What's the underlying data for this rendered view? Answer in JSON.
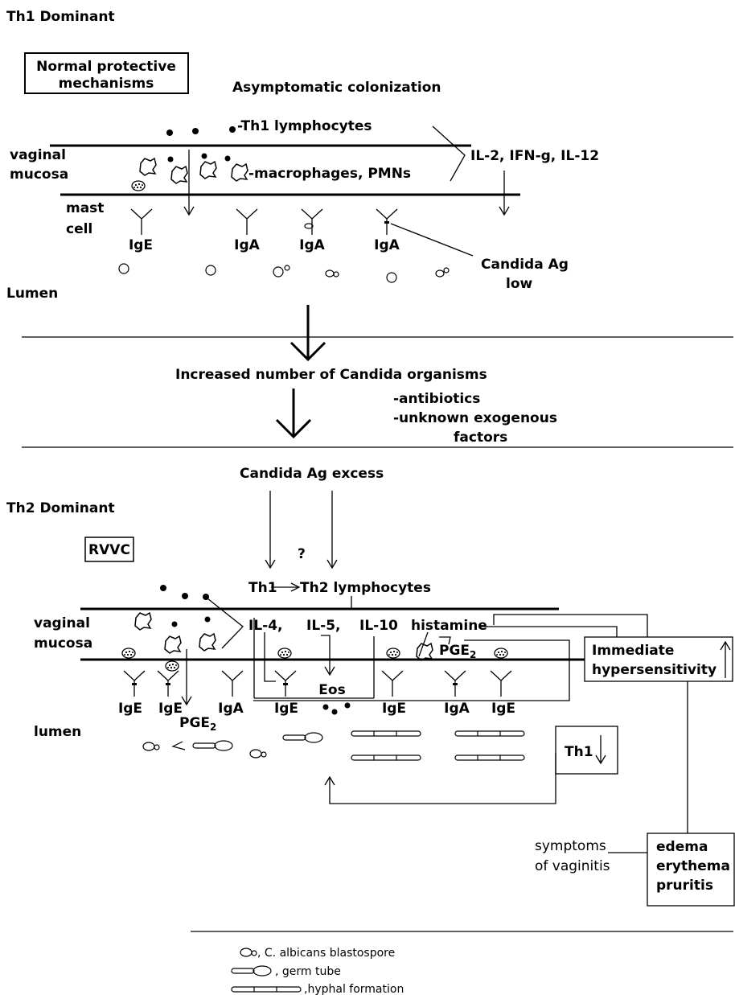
{
  "top": {
    "title": "Th1 Dominant",
    "box_label_line1": "Normal protective",
    "box_label_line2": "mechanisms",
    "subtitle": "Asymptomatic colonization",
    "th1_lymphocytes": "Th1 lymphocytes",
    "cytokines": "IL-2, IFN-g, IL-12",
    "vaginal": "vaginal",
    "mucosa": "mucosa",
    "macrophages": "-macrophages, PMNs",
    "mast": "mast",
    "cell": "cell",
    "ig_labels": [
      "IgE",
      "IgA",
      "IgA",
      "IgA"
    ],
    "candida_ag": "Candida Ag",
    "low": "low",
    "lumen": "Lumen"
  },
  "middle": {
    "increased": "Increased number of Candida organisms",
    "antibiotics": "-antibiotics",
    "exogenous": "-unknown exogenous",
    "factors": "factors",
    "excess": "Candida Ag excess"
  },
  "bottom": {
    "title": "Th2 Dominant",
    "rvvc": "RVVC",
    "question": "?",
    "th1": "Th1",
    "th2": "Th2 lymphocytes",
    "vaginal": "vaginal",
    "mucosa": "mucosa",
    "il4": "IL-4,",
    "il5": "IL-5,",
    "il10": "IL-10",
    "histamine": "histamine",
    "pge": "PGE",
    "pge_sub": "2",
    "immediate": "Immediate",
    "hypersensitivity": "hypersensitivity",
    "ig_labels": [
      "IgE",
      "IgE",
      "IgA",
      "IgE",
      "IgE",
      "IgA",
      "IgE"
    ],
    "eos": "Eos",
    "lumen": "lumen",
    "th1_box": "Th1",
    "symptoms": "symptoms",
    "of_vaginitis": "of vaginitis",
    "edema": "edema",
    "erythema": "erythema",
    "pruritis": "pruritis"
  },
  "legend": {
    "blastospore": ", C. albicans blastospore",
    "germ_tube": ", germ tube",
    "hyphal": ",hyphal formation"
  }
}
